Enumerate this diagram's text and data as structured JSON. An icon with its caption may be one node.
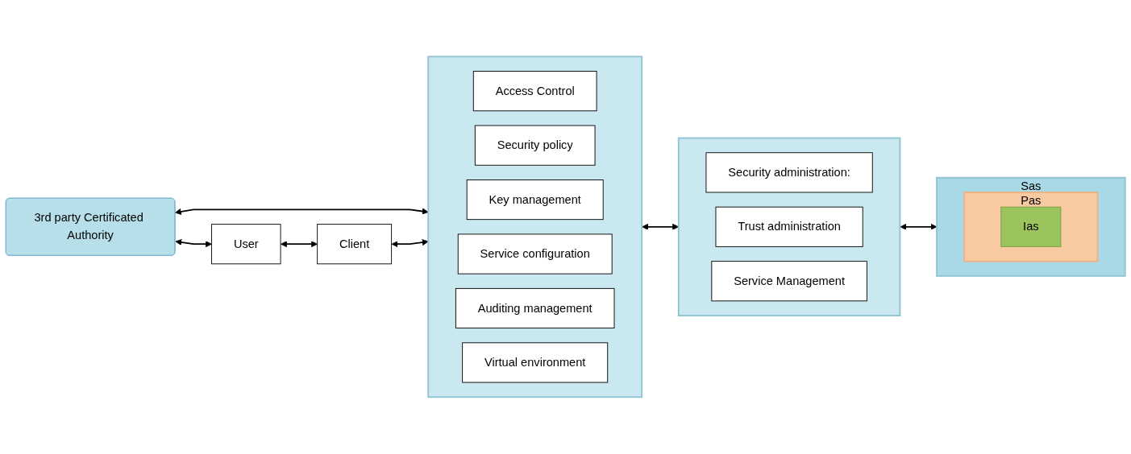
{
  "diagram": {
    "nodes": [
      {
        "text": [
          "3rd party Certificated Authority"
        ]
      },
      {
        "text": [
          "User"
        ]
      },
      {
        "text": [
          "Client"
        ]
      },
      {
        "text": [],
        "shape": "box"
      },
      {
        "text": [
          "Access Control"
        ],
        "in": 3
      },
      {
        "text": [
          "Security policy"
        ],
        "in": 3
      },
      {
        "text": [
          "Key management"
        ],
        "in": 3
      },
      {
        "text": [
          "Service configuration"
        ],
        "in": 3
      },
      {
        "text": [
          "Auditing management"
        ],
        "in": 3
      },
      {
        "text": [
          "Virtual environment"
        ],
        "in": 3
      },
      {
        "text": [],
        "shape": "box"
      },
      {
        "text": [
          "Security administration:"
        ],
        "in": 10
      },
      {
        "text": [
          "Trust administration"
        ],
        "in": 10
      },
      {
        "text": [
          "Service Management"
        ],
        "in": 10
      },
      {
        "text": [
          "Sas"
        ]
      },
      {
        "text": [
          "Pas"
        ],
        "in": 14
      },
      {
        "text": [
          "Ias"
        ],
        "in": 15
      }
    ],
    "edges": [
      {
        "from": 0,
        "to": 3,
        "arrow": "both"
      },
      {
        "from": 0,
        "to": 1,
        "arrow": "both"
      },
      {
        "from": 1,
        "to": 2,
        "arrow": "both"
      },
      {
        "from": 2,
        "to": 3,
        "arrow": "both"
      },
      {
        "from": 3,
        "to": 10,
        "arrow": "both"
      },
      {
        "from": 10,
        "to": 14,
        "arrow": "both"
      }
    ]
  }
}
